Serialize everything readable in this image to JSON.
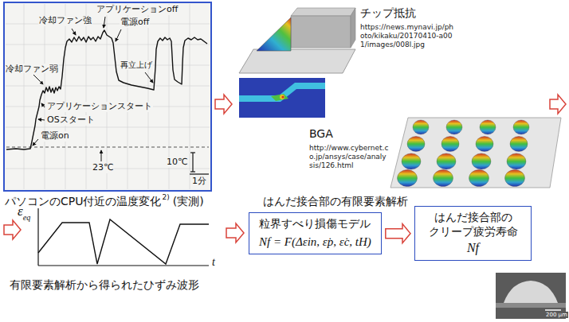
{
  "diagram": {
    "nodes": [
      {
        "text": [
          "粒界すべり損傷モデル",
          "Nf = F(Δεin, ε̇p, ε̇c, tH)"
        ]
      },
      {
        "text": [
          "はんだ接合部の クリープ疲労寿命",
          "Nf"
        ]
      }
    ],
    "edges": [
      {
        "from": 0,
        "to": 1,
        "arrow": "to"
      }
    ],
    "labels": [
      "冷却ファン強",
      "アプリケーションoff",
      "電源off",
      "冷却ファン弱",
      "再立上げ",
      "アプリケーションスタート",
      "OSスタート",
      "電源on",
      "23℃",
      "10℃",
      "1分",
      "パソコンのCPU付近の温度変化",
      "2)",
      "(実測)",
      "チップ抵抗",
      "https://news.mynavi.jp/photo/kikaku/20170410-a001/images/008l.jpg",
      "BGA",
      "http://www.cybernet.co.jp/ansys/case/analysis/126.html",
      "はんだ接合部の有限要素解析",
      "ε",
      "eq",
      "t",
      "有限要素解析から得られたひずみ波形",
      "200 μm"
    ]
  }
}
